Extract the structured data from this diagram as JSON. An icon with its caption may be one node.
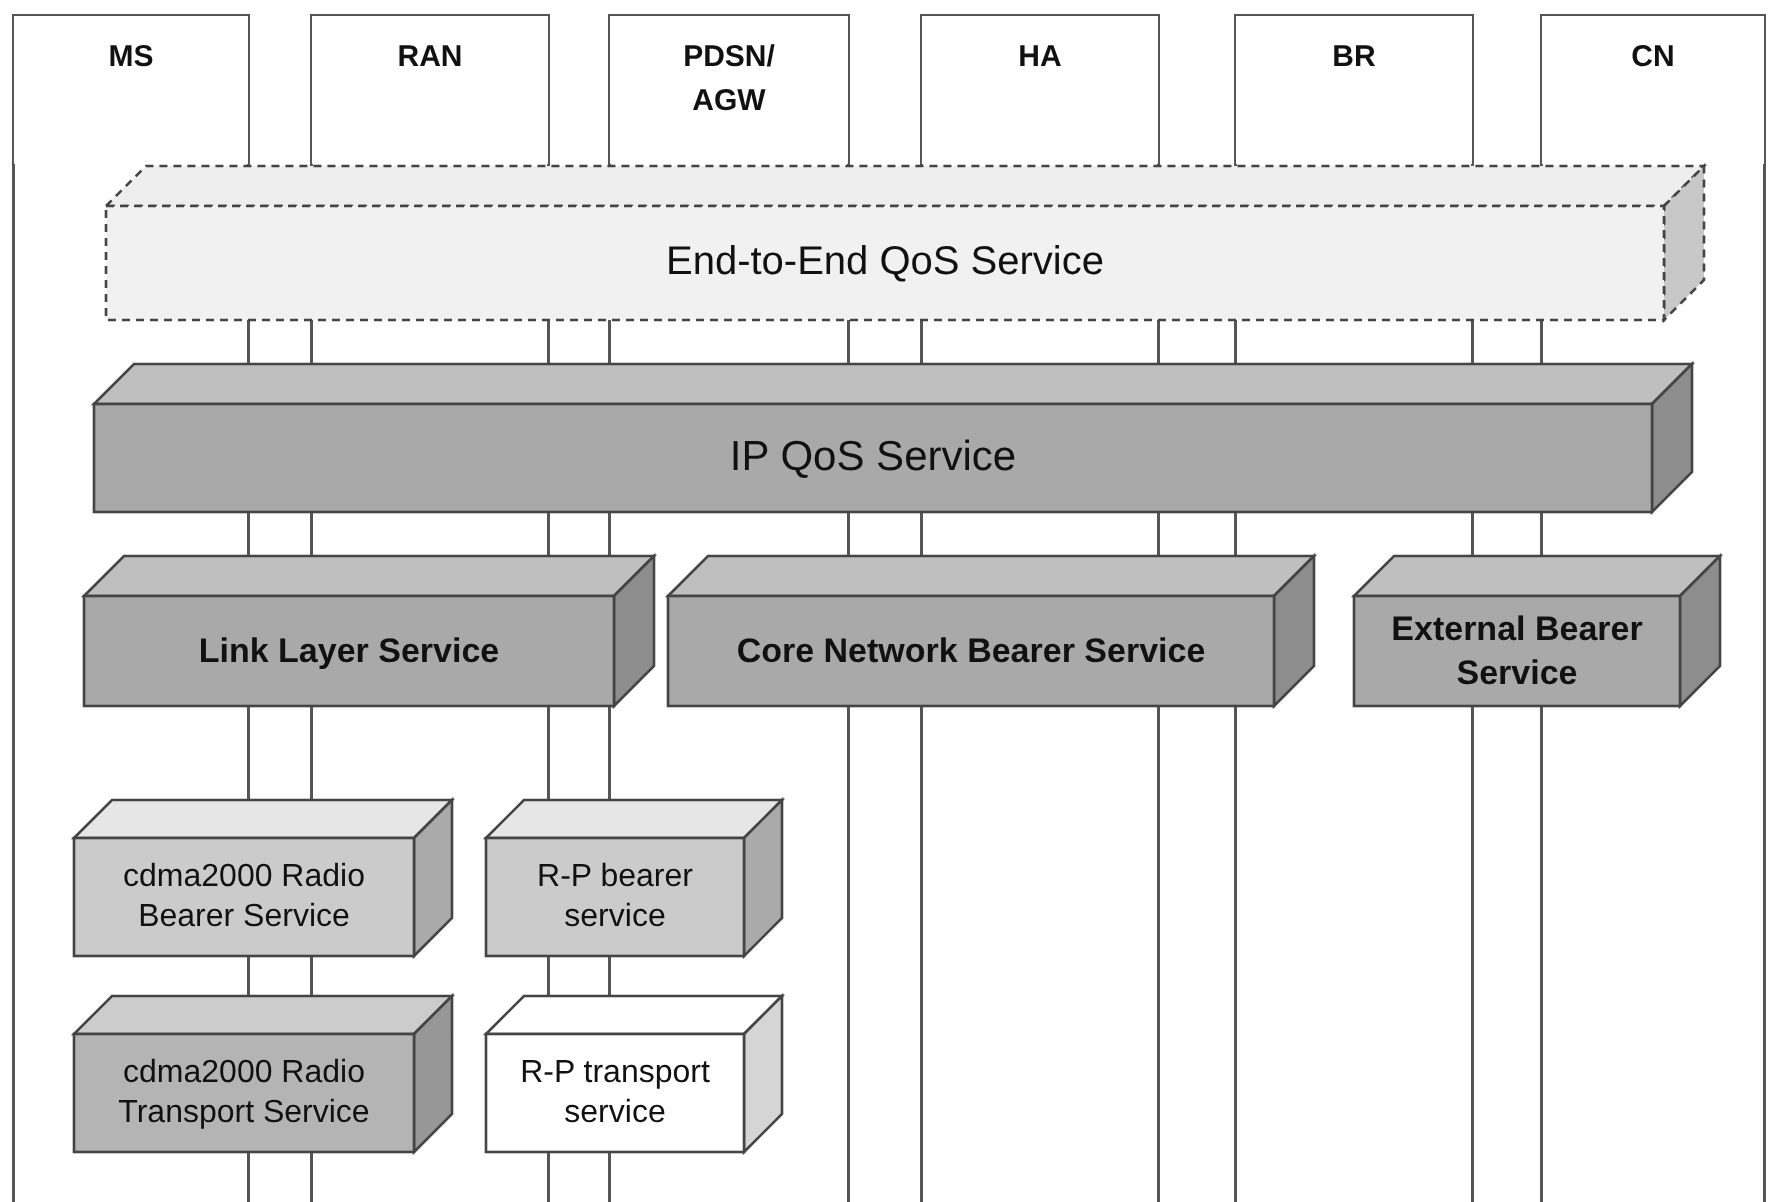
{
  "diagram": {
    "nodes": [
      {
        "text": [
          "MS"
        ]
      },
      {
        "text": [
          "RAN"
        ]
      },
      {
        "text": [
          "PDSN/ AGW"
        ]
      },
      {
        "text": [
          "HA"
        ]
      },
      {
        "text": [
          "BR"
        ]
      },
      {
        "text": [
          "CN"
        ]
      },
      {
        "text": [
          "End-to-End QoS Service"
        ]
      },
      {
        "text": [
          "IP QoS Service"
        ]
      },
      {
        "text": [
          "Link Layer Service"
        ]
      },
      {
        "text": [
          "Core Network Bearer Service"
        ]
      },
      {
        "text": [
          "External Bearer Service"
        ]
      },
      {
        "text": [
          "cdma2000 Radio Bearer Service"
        ]
      },
      {
        "text": [
          "R-P bearer service"
        ]
      },
      {
        "text": [
          "cdma2000 Radio Transport Service"
        ]
      },
      {
        "text": [
          "R-P transport service"
        ]
      }
    ]
  }
}
